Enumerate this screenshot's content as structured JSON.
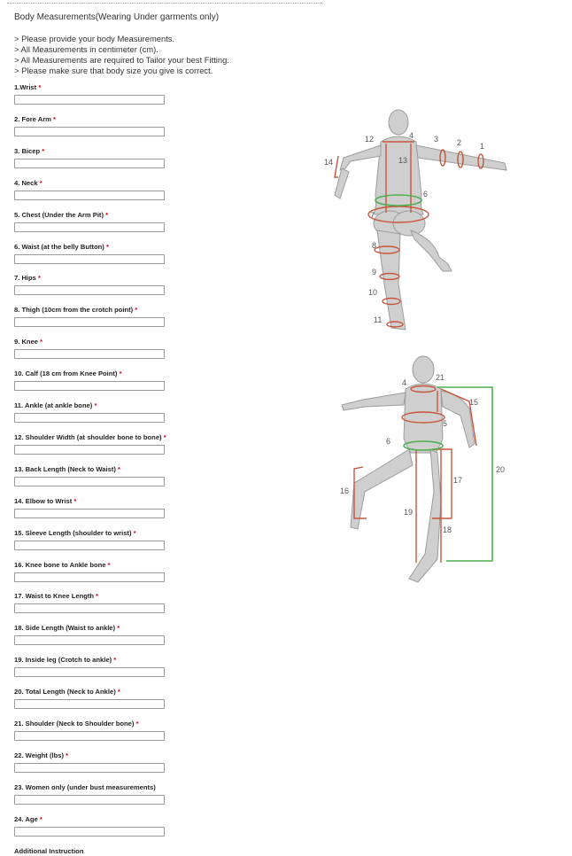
{
  "form": {
    "title": "Body Measurements(Wearing Under garments only)",
    "instructions": [
      "> Please provide your body Measurements.",
      "> All Measurements in centimeter (cm).",
      "> All Measurements are required to Tailor your best Fitting.",
      "> Please make sure that body size you give is correct."
    ],
    "required_marker": "*",
    "fields": [
      {
        "label": "1.Wrist",
        "required": true,
        "value": ""
      },
      {
        "label": "2. Fore Arm",
        "required": true,
        "value": ""
      },
      {
        "label": "3. Bicep",
        "required": true,
        "value": ""
      },
      {
        "label": "4. Neck",
        "required": true,
        "value": ""
      },
      {
        "label": "5. Chest (Under the Arm Pit)",
        "required": true,
        "value": ""
      },
      {
        "label": "6. Waist (at the belly Button)",
        "required": true,
        "value": ""
      },
      {
        "label": "7. Hips",
        "required": true,
        "value": ""
      },
      {
        "label": "8. Thigh (10cm from the crotch point)",
        "required": true,
        "value": ""
      },
      {
        "label": "9. Knee",
        "required": true,
        "value": ""
      },
      {
        "label": "10. Calf (18 cm from Knee Point)",
        "required": true,
        "value": ""
      },
      {
        "label": "11. Ankle (at ankle bone)",
        "required": true,
        "value": ""
      },
      {
        "label": "12. Shoulder Width (at shoulder bone to bone)",
        "required": true,
        "value": ""
      },
      {
        "label": "13. Back Length (Neck to Waist)",
        "required": true,
        "value": ""
      },
      {
        "label": "14. Elbow to Wrist",
        "required": true,
        "value": ""
      },
      {
        "label": "15. Sleeve Length (shoulder to wrist)",
        "required": true,
        "value": ""
      },
      {
        "label": "16. Knee bone to Ankle bone",
        "required": true,
        "value": ""
      },
      {
        "label": "17. Waist to Knee Length",
        "required": true,
        "value": ""
      },
      {
        "label": "18. Side Length (Waist to ankle)",
        "required": true,
        "value": ""
      },
      {
        "label": "19. Inside leg (Crotch to ankle)",
        "required": true,
        "value": ""
      },
      {
        "label": "20. Total Length (Neck to Ankle)",
        "required": true,
        "value": ""
      },
      {
        "label": "21. Shoulder (Neck to Shoulder bone)",
        "required": true,
        "value": ""
      },
      {
        "label": "22. Weight (lbs)",
        "required": true,
        "value": ""
      },
      {
        "label": "23. Women only (under bust measurements)",
        "required": false,
        "value": ""
      },
      {
        "label": "24. Age",
        "required": true,
        "value": ""
      },
      {
        "label": "Additional Instruction",
        "required": false,
        "value": ""
      }
    ]
  },
  "figures": {
    "back_view_numbers": [
      "1",
      "2",
      "3",
      "4",
      "6",
      "7",
      "8",
      "9",
      "10",
      "11",
      "12",
      "13",
      "14"
    ],
    "front_view_numbers": [
      "4",
      "5",
      "6",
      "15",
      "16",
      "17",
      "18",
      "19",
      "20",
      "21"
    ]
  },
  "colors": {
    "required": "#d0021b",
    "measure_line": "#c8553a",
    "measure_green": "#4caf50",
    "input_border": "#9a9a9a"
  }
}
